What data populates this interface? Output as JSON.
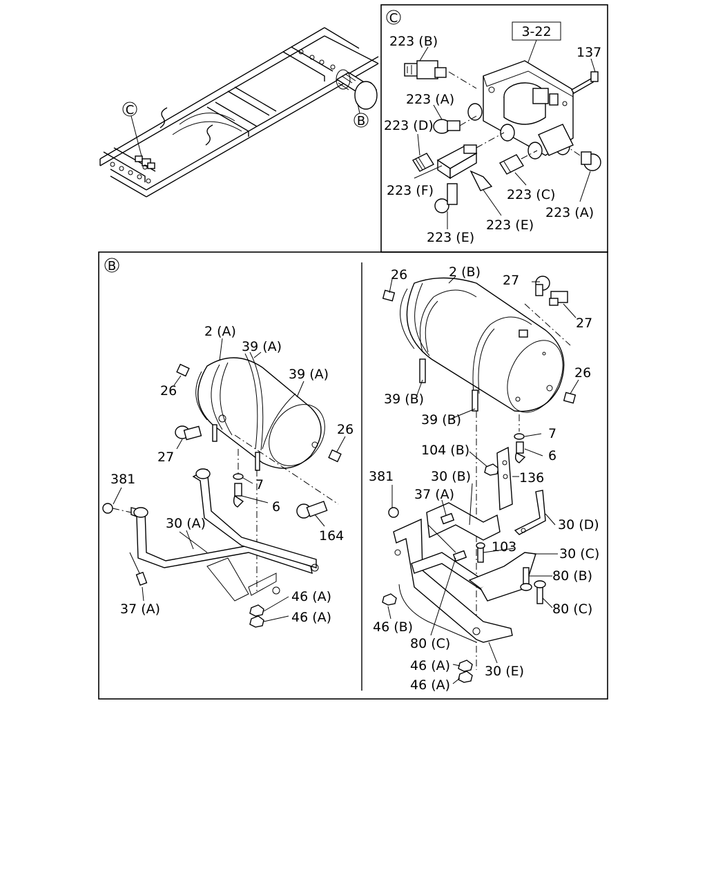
{
  "callouts": {
    "c_top": "C",
    "b_top": "B",
    "c_panel": "C",
    "b_panel": "B"
  },
  "panel_c": {
    "ref_box": "3-22",
    "labels": {
      "l223b": "223 (B)",
      "l137": "137",
      "l223a1": "223 (A)",
      "l223d": "223 (D)",
      "l223f": "223 (F)",
      "l223c": "223 (C)",
      "l223a2": "223 (A)",
      "l223e1": "223 (E)",
      "l223e2": "223 (E)"
    }
  },
  "panel_b_left": {
    "labels": {
      "l2a": "2 (A)",
      "l39a1": "39 (A)",
      "l39a2": "39 (A)",
      "l26a": "26",
      "l26b": "26",
      "l27": "27",
      "l381": "381",
      "l7": "7",
      "l6": "6",
      "l30a": "30 (A)",
      "l164": "164",
      "l37a": "37 (A)",
      "l46a1": "46 (A)",
      "l46a2": "46 (A)"
    }
  },
  "panel_b_right": {
    "labels": {
      "l26a": "26",
      "l2b": "2 (B)",
      "l27a": "27",
      "l27b": "27",
      "l26b": "26",
      "l39b1": "39 (B)",
      "l39b2": "39 (B)",
      "l7": "7",
      "l6": "6",
      "l104b": "104 (B)",
      "l381": "381",
      "l30b": "30 (B)",
      "l136": "136",
      "l37a": "37 (A)",
      "l30d": "30 (D)",
      "l103": "103",
      "l30c1": "30 (C)",
      "l80b": "80 (B)",
      "l80c1": "80 (C)",
      "l46b": "46 (B)",
      "l80c2": "80 (C)",
      "l46a1": "46 (A)",
      "l30e": "30 (E)",
      "l46a2": "46 (A)"
    }
  }
}
